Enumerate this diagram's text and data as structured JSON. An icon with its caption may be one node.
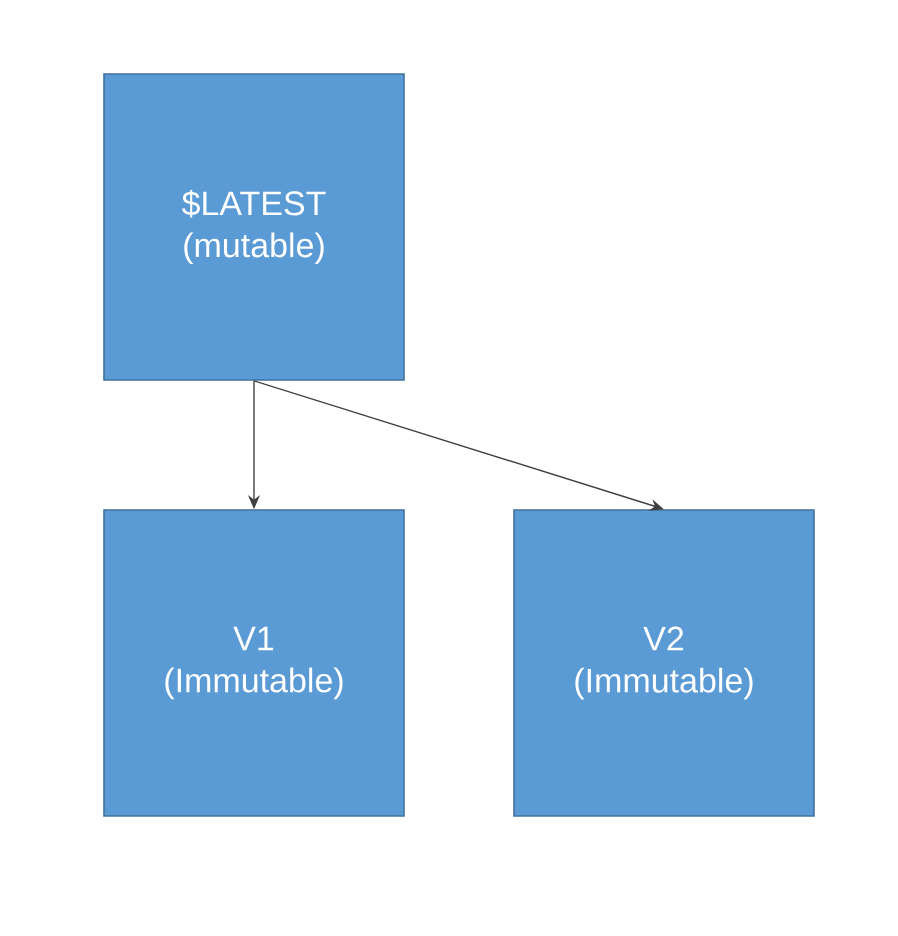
{
  "diagram": {
    "nodes": [
      {
        "text": [
          "$LATEST (mutable)"
        ]
      },
      {
        "text": [
          "V1 (Immutable)"
        ]
      },
      {
        "text": [
          "V2 (Immutable)"
        ]
      }
    ],
    "edges": [
      {
        "from": 0,
        "to": 1,
        "arrow": "to"
      },
      {
        "from": 0,
        "to": 2,
        "arrow": "to"
      }
    ]
  }
}
